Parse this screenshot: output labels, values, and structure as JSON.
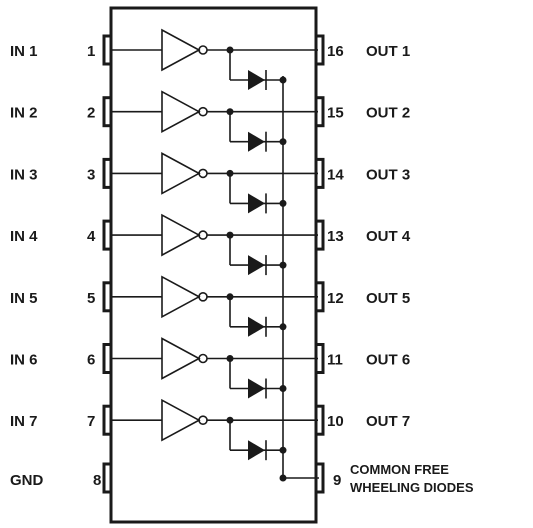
{
  "left_pins": [
    {
      "label": "IN  1",
      "num": "1"
    },
    {
      "label": "IN  2",
      "num": "2"
    },
    {
      "label": "IN  3",
      "num": "3"
    },
    {
      "label": "IN  4",
      "num": "4"
    },
    {
      "label": "IN  5",
      "num": "5"
    },
    {
      "label": "IN  6",
      "num": "6"
    },
    {
      "label": "IN  7",
      "num": "7"
    },
    {
      "label": "GND",
      "num": "8"
    }
  ],
  "right_pins": [
    {
      "label": "OUT  1",
      "num": "16"
    },
    {
      "label": "OUT  2",
      "num": "15"
    },
    {
      "label": "OUT  3",
      "num": "14"
    },
    {
      "label": "OUT  4",
      "num": "13"
    },
    {
      "label": "OUT  5",
      "num": "12"
    },
    {
      "label": "OUT  6",
      "num": "11"
    },
    {
      "label": "OUT  7",
      "num": "10"
    }
  ],
  "common_pin": {
    "num": "9",
    "line1": "COMMON  FREE",
    "line2": "WHEELING DIODES"
  }
}
